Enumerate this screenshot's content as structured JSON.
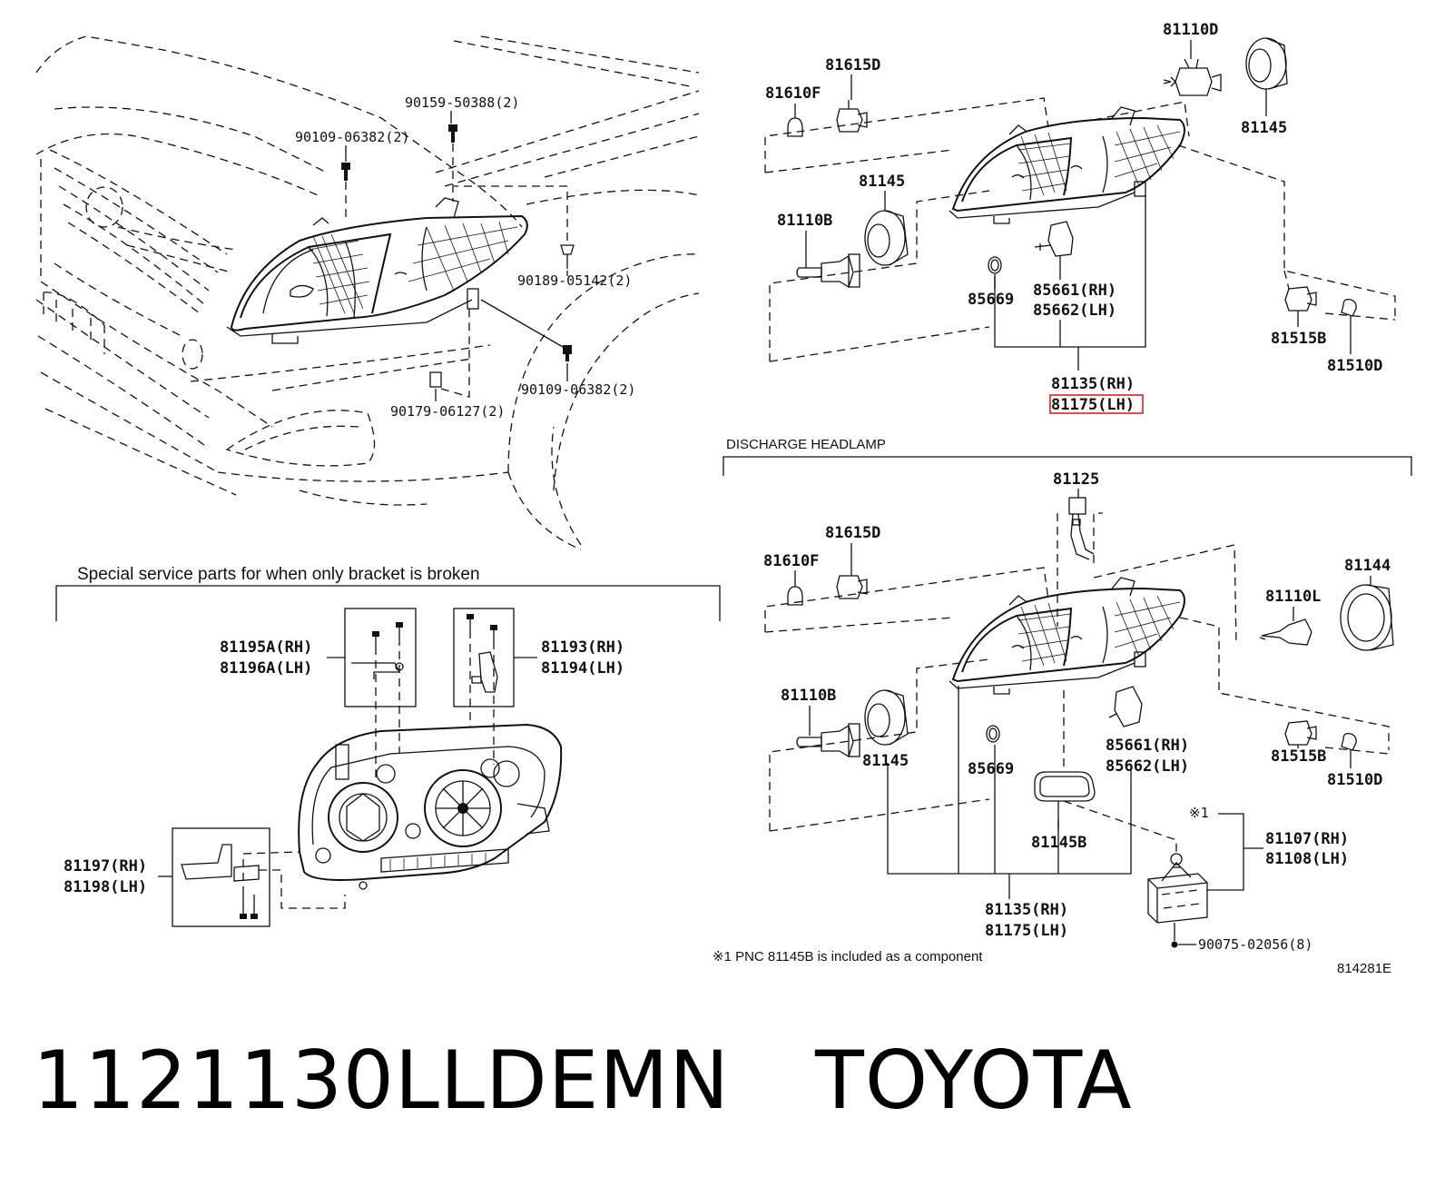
{
  "labels": {
    "p90159_50388": "90159-50388(2)",
    "p90109_06382_a": "90109-06382(2)",
    "p90189_05142": "90189-05142(2)",
    "p90109_06382_b": "90109-06382(2)",
    "p90179_06127": "90179-06127(2)",
    "p81110D": "81110D",
    "p81615D_a": "81615D",
    "p81610F_a": "81610F",
    "p81145_a": "81145",
    "p81145_b": "81145",
    "p81110B_a": "81110B",
    "p85669_a": "85669",
    "p85661_a": "85661(RH)",
    "p85662_a": "85662(LH)",
    "p81515B_a": "81515B",
    "p81510D_a": "81510D",
    "p81135_a": "81135(RH)",
    "p81175_a": "81175(LH)",
    "p81125": "81125",
    "p81615D_b": "81615D",
    "p81610F_b": "81610F",
    "p81144": "81144",
    "p81110L": "81110L",
    "p81110B_b": "81110B",
    "p81145_c": "81145",
    "p85669_b": "85669",
    "p85661_b": "85661(RH)",
    "p85662_b": "85662(LH)",
    "p81515B_b": "81515B",
    "p81510D_b": "81510D",
    "p81145B": "81145B",
    "p81107": "81107(RH)",
    "p81108": "81108(LH)",
    "p81135_b": "81135(RH)",
    "p81175_b": "81175(LH)",
    "p90075_02056": "90075-02056(8)",
    "p81195A": "81195A(RH)",
    "p81196A": "81196A(LH)",
    "p81193": "81193(RH)",
    "p81194": "81194(LH)",
    "p81197": "81197(RH)",
    "p81198": "81198(LH)",
    "note_mark": "※1"
  },
  "captions": {
    "discharge": "DISCHARGE HEADLAMP",
    "special": "Special service parts for when only bracket is broken",
    "footnote": "※1 PNC 81145B is included as a component",
    "figure_code": "814281E"
  },
  "footer": {
    "part_number": "1121130LLDEMN",
    "brand": "TOYOTA"
  },
  "highlight_color": "#e0201c"
}
